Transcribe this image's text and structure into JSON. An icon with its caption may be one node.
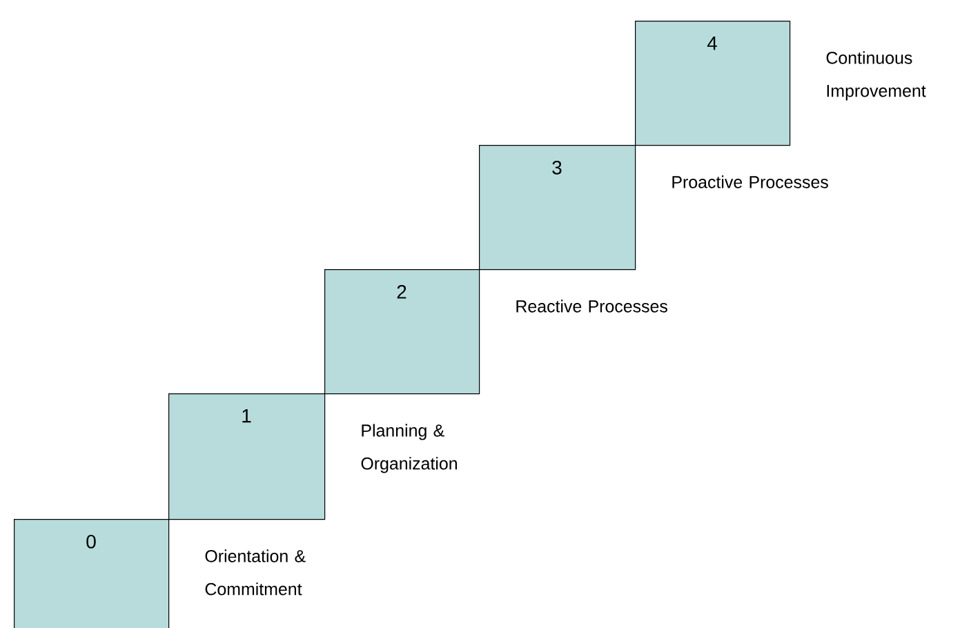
{
  "diagram": {
    "nodes": [
      {
        "text": [
          "0"
        ],
        "beside": [
          "Orientation & Commitment"
        ]
      },
      {
        "text": [
          "1"
        ],
        "beside": [
          "Planning & Organization"
        ]
      },
      {
        "text": [
          "2"
        ],
        "beside": [
          "Reactive Processes"
        ]
      },
      {
        "text": [
          "3"
        ],
        "beside": [
          "Proactive Processes"
        ]
      },
      {
        "text": [
          "4"
        ],
        "beside": [
          "Continuous Improvement"
        ]
      }
    ]
  }
}
